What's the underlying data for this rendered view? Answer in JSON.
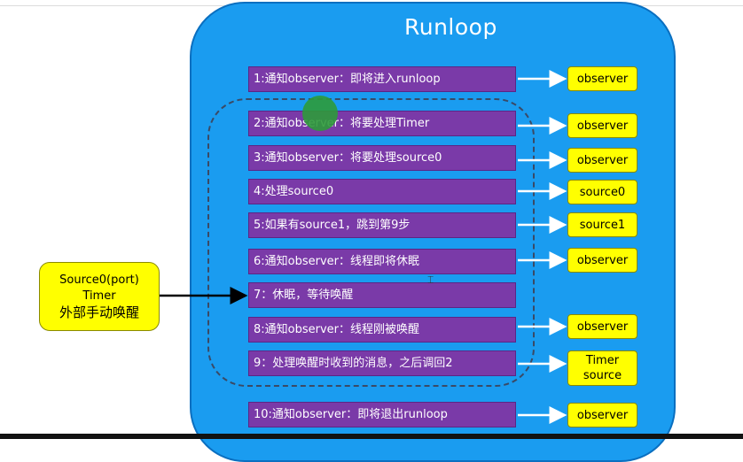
{
  "title": "Runloop",
  "steps": [
    "1:通知observer：即将进入runloop",
    "2:通知observer：将要处理Timer",
    "3:通知observer：将要处理source0",
    "4:处理source0",
    "5:如果有source1，跳到第9步",
    "6:通知observer：线程即将休眠",
    "7：休眠，等待唤醒",
    "8:通知observer：线程刚被唤醒",
    "9：处理唤醒时收到的消息，之后调回2",
    "10:通知observer：即将退出runloop"
  ],
  "outputs": [
    "observer",
    "observer",
    "observer",
    "source0",
    "source1",
    "observer",
    "observer",
    "Timer",
    "source",
    "observer"
  ],
  "external": {
    "line1": "Source0(port)",
    "line2": "Timer",
    "line3": "外部手动唤醒"
  },
  "colors": {
    "runloop_box": "#1a9cf0",
    "step_box": "#7a3aa8",
    "output_box": "#ffff00",
    "arrow": "#ffffff",
    "external_arrow": "#000000"
  }
}
